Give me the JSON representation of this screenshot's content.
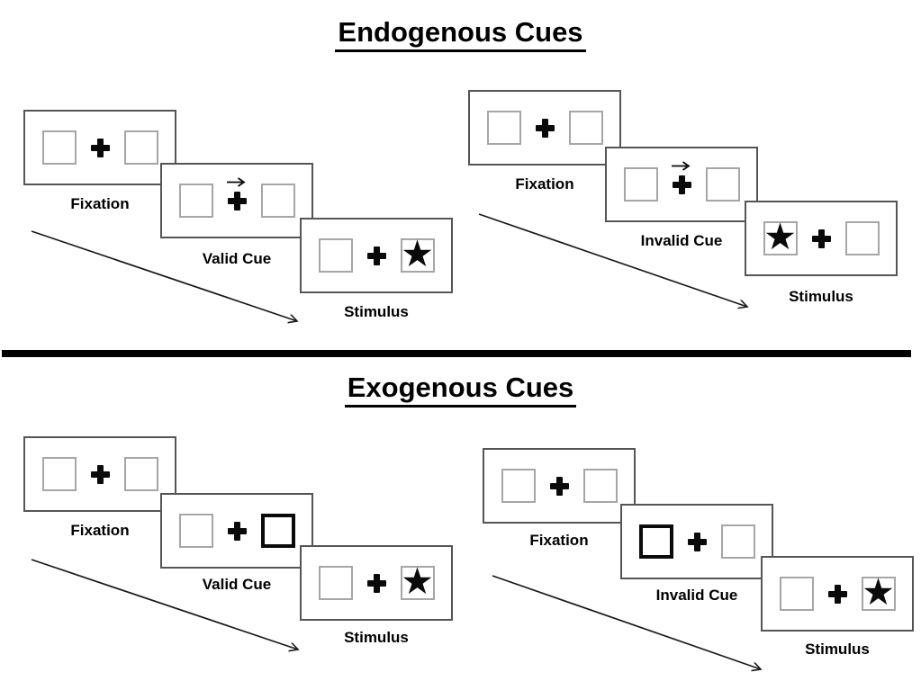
{
  "diagram": {
    "kind": "Posner spatial cueing task schematic",
    "symbols": {
      "star": "★",
      "plus": "+",
      "cue_arrow": "→"
    },
    "colors": {
      "background": "#ffffff",
      "divider": "#000000",
      "panel_border": "#555555",
      "box_border": "#a6a6a6",
      "cue_box_border": "#0a0a0a",
      "symbol": "#0a0a0a",
      "text": "#000000"
    },
    "sections": [
      {
        "title": "Endogenous Cues",
        "cue_style": "central right-pointing arrow above fixation cross",
        "trials": [
          {
            "name": "valid-trial",
            "timeline_arrow": "diagonal down-right",
            "panels": [
              {
                "label": "Fixation",
                "left_box": "empty",
                "center": "plus",
                "right_box": "empty"
              },
              {
                "label": "Valid Cue",
                "left_box": "empty",
                "center": "plus with right arrow above",
                "right_box": "empty",
                "cue_direction": "right"
              },
              {
                "label": "Stimulus",
                "left_box": "empty",
                "center": "plus",
                "right_box": "star",
                "star_side": "right"
              }
            ]
          },
          {
            "name": "invalid-trial",
            "timeline_arrow": "diagonal down-right",
            "panels": [
              {
                "label": "Fixation",
                "left_box": "empty",
                "center": "plus",
                "right_box": "empty"
              },
              {
                "label": "Invalid Cue",
                "left_box": "empty",
                "center": "plus with right arrow above",
                "right_box": "empty",
                "cue_direction": "right"
              },
              {
                "label": "Stimulus",
                "left_box": "star",
                "center": "plus",
                "right_box": "empty",
                "star_side": "left"
              }
            ]
          }
        ]
      },
      {
        "title": "Exogenous Cues",
        "cue_style": "peripheral box brightening (thick outline)",
        "trials": [
          {
            "name": "valid-trial",
            "timeline_arrow": "diagonal down-right",
            "panels": [
              {
                "label": "Fixation",
                "left_box": "empty",
                "center": "plus",
                "right_box": "empty"
              },
              {
                "label": "Valid Cue",
                "left_box": "empty",
                "center": "plus",
                "right_box": "thick-outline",
                "cue_side": "right"
              },
              {
                "label": "Stimulus",
                "left_box": "empty",
                "center": "plus",
                "right_box": "star",
                "star_side": "right"
              }
            ]
          },
          {
            "name": "invalid-trial",
            "timeline_arrow": "diagonal down-right",
            "panels": [
              {
                "label": "Fixation",
                "left_box": "empty",
                "center": "plus",
                "right_box": "empty"
              },
              {
                "label": "Invalid Cue",
                "left_box": "thick-outline",
                "center": "plus",
                "right_box": "empty",
                "cue_side": "left"
              },
              {
                "label": "Stimulus",
                "left_box": "empty",
                "center": "plus",
                "right_box": "star",
                "star_side": "right"
              }
            ]
          }
        ]
      }
    ]
  }
}
